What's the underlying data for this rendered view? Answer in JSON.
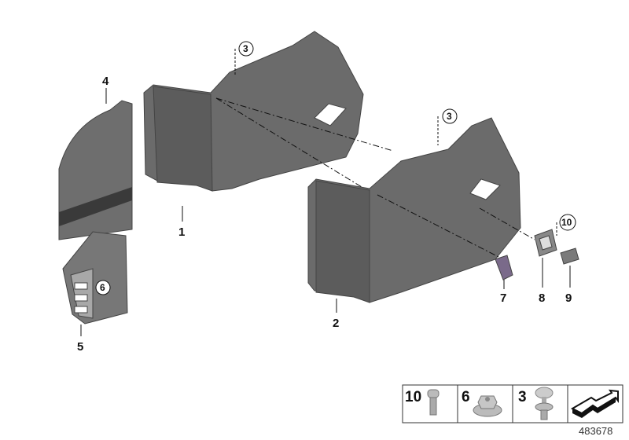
{
  "diagram": {
    "parts": [
      {
        "number": "1"
      },
      {
        "number": "2"
      },
      {
        "number": "4"
      },
      {
        "number": "5"
      },
      {
        "number": "7"
      },
      {
        "number": "8"
      },
      {
        "number": "9"
      }
    ],
    "callouts": [
      {
        "number": "3"
      },
      {
        "number": "3"
      },
      {
        "number": "6"
      },
      {
        "number": "10"
      }
    ],
    "legend": [
      {
        "number": "10",
        "icon": "torx-bolt-icon"
      },
      {
        "number": "6",
        "icon": "flange-nut-icon"
      },
      {
        "number": "3",
        "icon": "expanding-rivet-icon"
      },
      {
        "number": "",
        "icon": "direction-arrow-icon"
      }
    ],
    "reference_number": "483678",
    "colors": {
      "panel": "#6b6b6b",
      "panel_dark": "#4a4a4a",
      "clip": "#7a6a8a",
      "line": "#111111"
    }
  }
}
